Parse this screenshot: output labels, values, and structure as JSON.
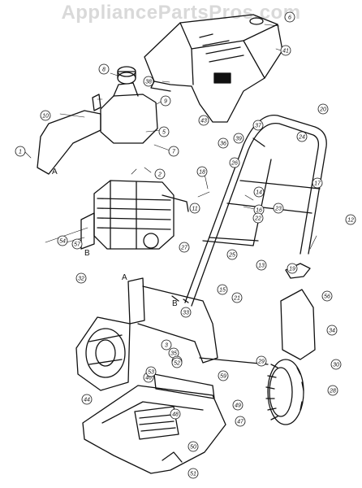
{
  "watermark": "AppliancePartsPros.com",
  "callouts": [
    "1",
    "2",
    "3",
    "5",
    "6",
    "7",
    "8",
    "9",
    "10",
    "11",
    "12",
    "13",
    "14",
    "15",
    "16",
    "17",
    "18",
    "19",
    "20",
    "21",
    "22",
    "23",
    "24",
    "25",
    "26",
    "27",
    "28",
    "29",
    "30",
    "32",
    "33",
    "34",
    "35",
    "36",
    "37",
    "38",
    "39",
    "41",
    "43",
    "44",
    "45",
    "46",
    "47",
    "48",
    "49",
    "50",
    "51",
    "52",
    "53",
    "54",
    "56",
    "57",
    "59"
  ],
  "letters": [
    "A",
    "A",
    "B",
    "B"
  ]
}
